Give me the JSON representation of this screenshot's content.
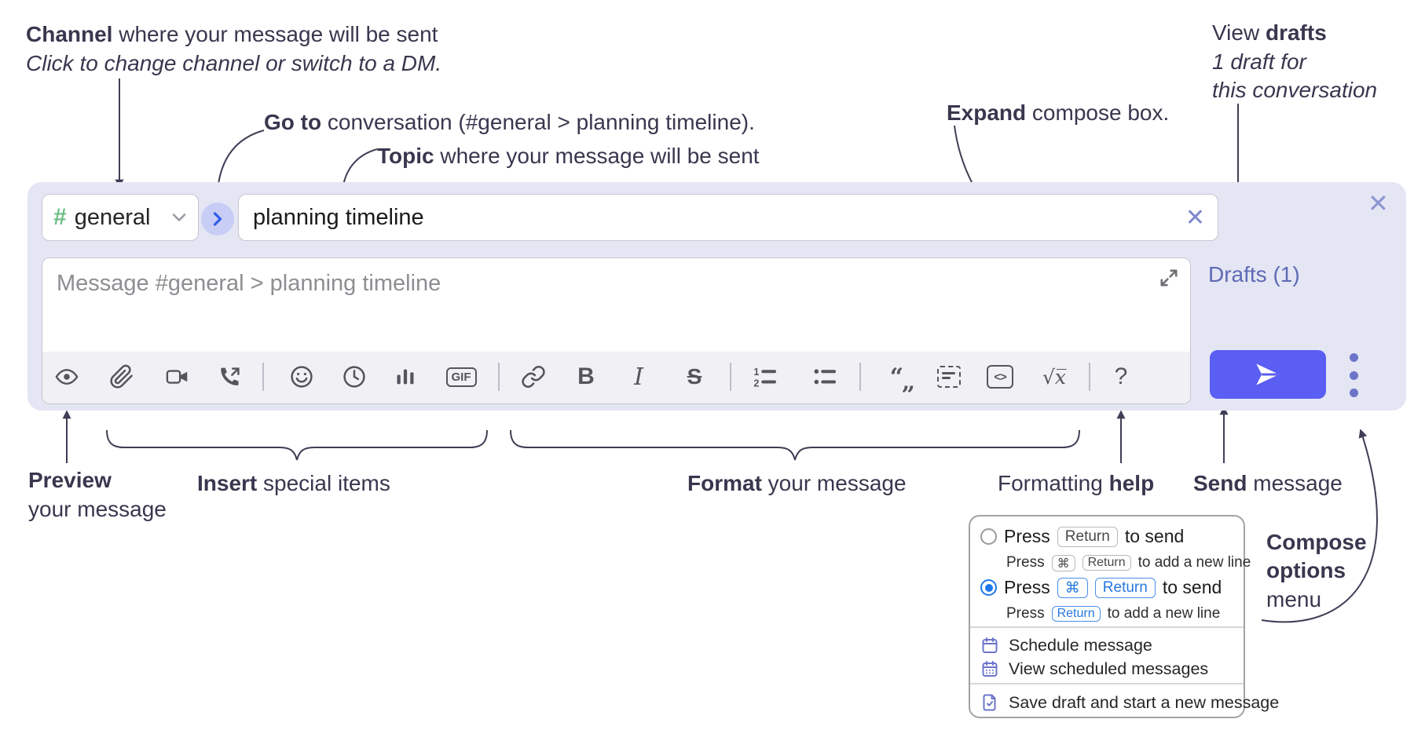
{
  "annotations": {
    "channel": {
      "bold": "Channel",
      "rest": " where your message will be sent",
      "sub": "Click to change channel or switch to a DM."
    },
    "go_to": {
      "bold": "Go to",
      "rest": " conversation (#general > planning timeline)."
    },
    "topic": {
      "bold": "Topic",
      "rest": " where your message will be sent"
    },
    "expand": {
      "bold": "Expand",
      "rest": " compose box."
    },
    "view_drafts": {
      "pre": "View ",
      "bold": "drafts",
      "sub1": "1 draft for",
      "sub2": "this conversation"
    },
    "preview": {
      "bold": "Preview",
      "sub": "your message"
    },
    "insert": {
      "bold": "Insert",
      "rest": " special items"
    },
    "format": {
      "bold": "Format",
      "rest": " your message"
    },
    "formatting_help": {
      "pre": "Formatting ",
      "bold": "help"
    },
    "send": {
      "bold": "Send",
      "rest": " message"
    },
    "compose_options": {
      "bold1": "Compose",
      "bold2": "options",
      "rest": "menu"
    }
  },
  "compose_box": {
    "channel": {
      "hash": "#",
      "name": "general"
    },
    "topic_value": "planning timeline",
    "clear_topic": "✕",
    "close": "✕",
    "message_placeholder": "Message #general > planning timeline",
    "drafts_link": "Drafts (1)"
  },
  "toolbar": {
    "gif": "GIF",
    "bold": "B",
    "italic": "I",
    "strike": "S",
    "quote_open": "“",
    "quote_close": "„",
    "code": "<>",
    "math": "√x̅",
    "help": "?"
  },
  "popup": {
    "options": [
      {
        "press": "Press",
        "key_a": "Return",
        "after": "to send",
        "sub_press": "Press",
        "sub_key_a": "⌘",
        "sub_key_b": "Return",
        "sub_after": "to add a new line"
      },
      {
        "press": "Press",
        "key_a": "⌘",
        "key_b": "Return",
        "after": "to send",
        "sub_press": "Press",
        "sub_key_a": "Return",
        "sub_after": "to add a new line"
      }
    ],
    "items": [
      {
        "label": "Schedule message"
      },
      {
        "label": "View scheduled messages"
      },
      {
        "label": "Save draft and start a new message"
      }
    ]
  },
  "colors": {
    "compose_bg": "#e4e6f4",
    "send_button": "#5a5ef2",
    "hash_green": "#6fbf85",
    "drafts_link": "#5e6ab5",
    "radio_selected": "#1f78e7",
    "menu_icon_purple": "#6d74cb",
    "annotation_ink": "#39374e"
  }
}
